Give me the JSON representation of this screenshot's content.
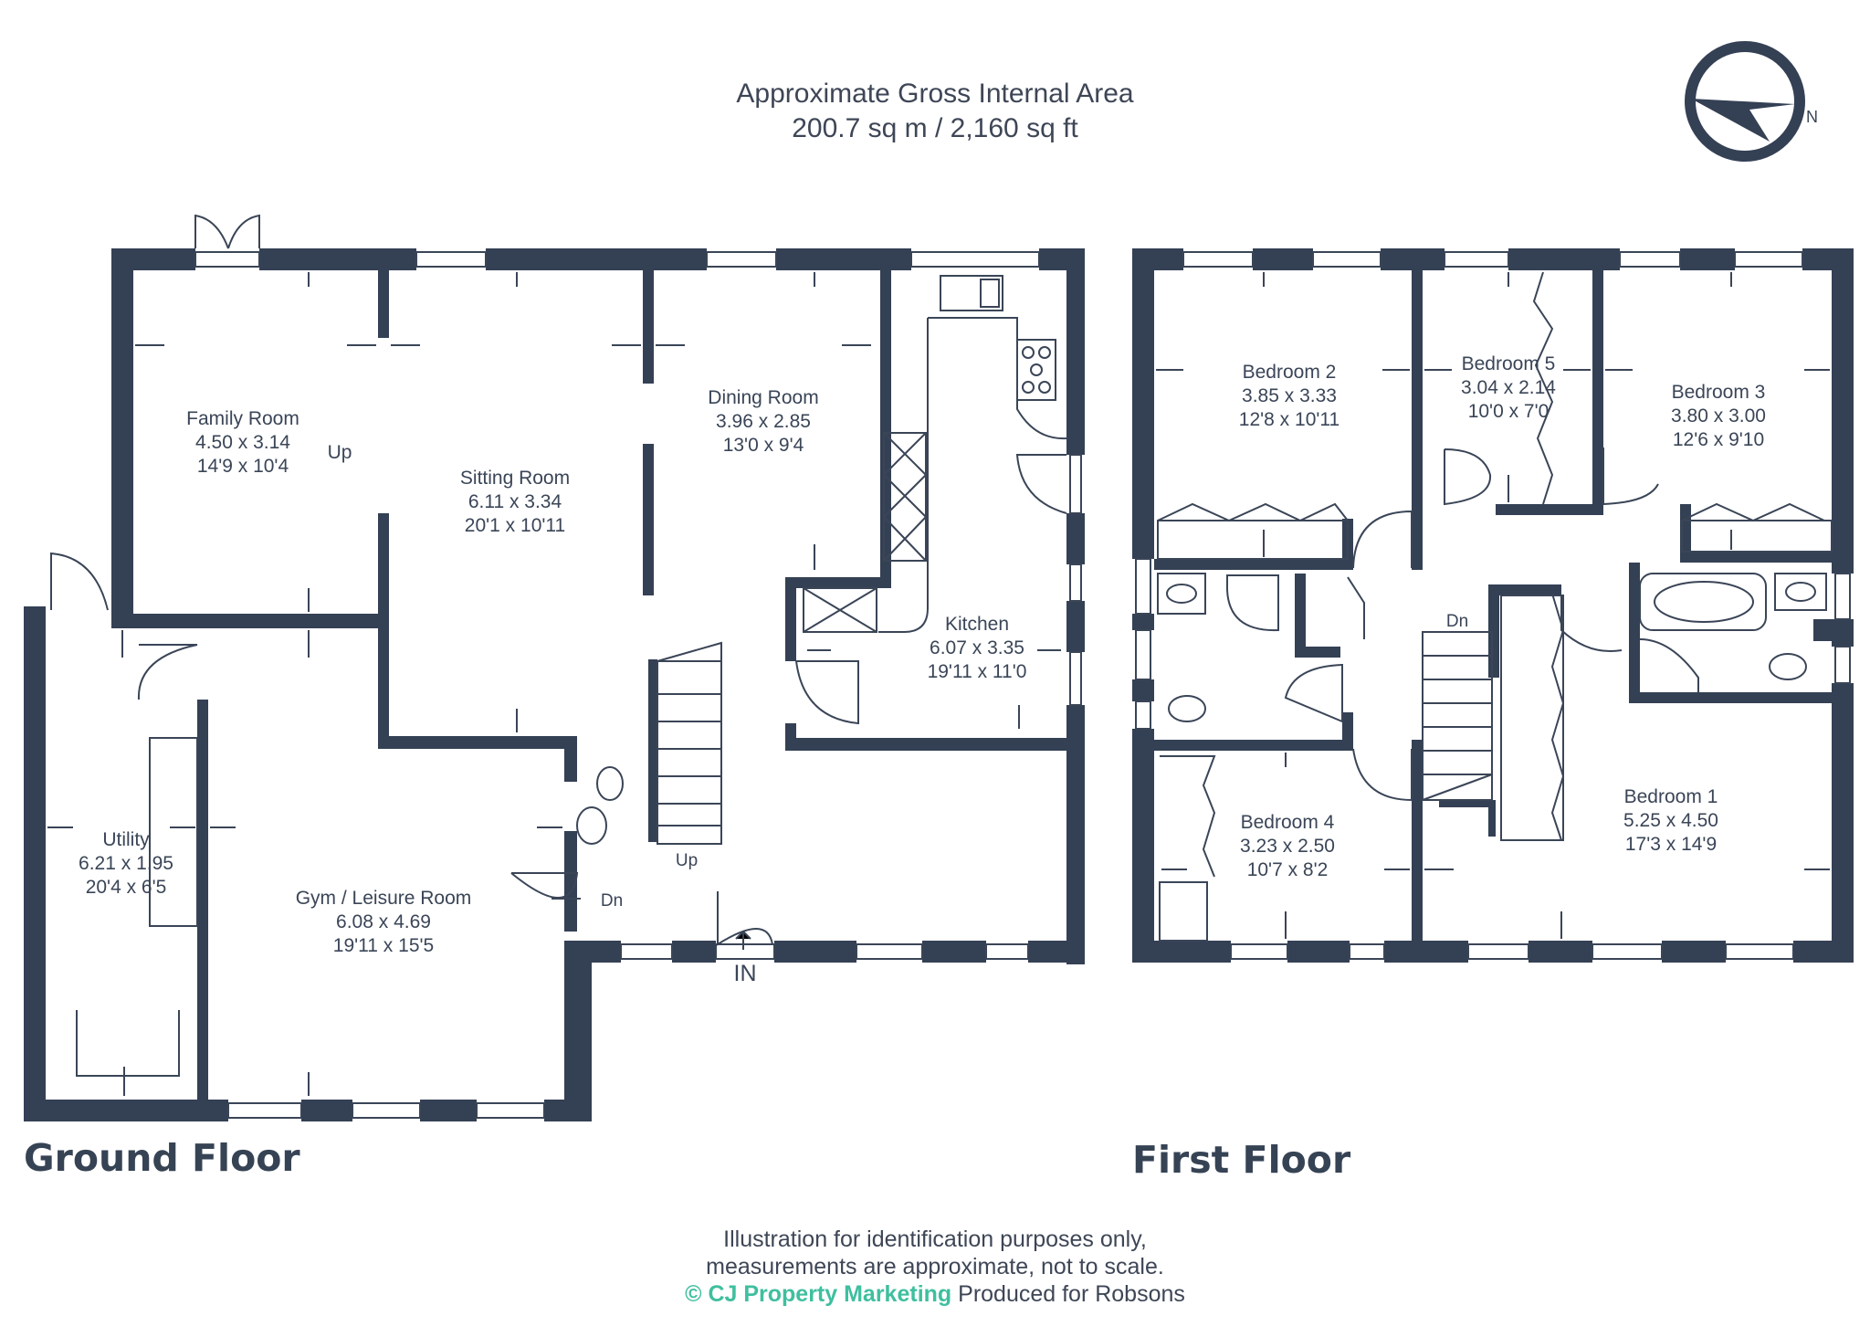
{
  "header": {
    "area_title": "Approximate Gross Internal Area",
    "area_value": "200.7 sq m / 2,160 sq ft"
  },
  "compass": {
    "letter": "N",
    "icon": "compass-icon"
  },
  "colors": {
    "wall": "#344054",
    "line": "#3a4557",
    "brand": "#3fbf9f",
    "text": "#3e4656"
  },
  "floors": {
    "ground": {
      "title": "Ground Floor",
      "rooms": [
        {
          "name": "Family Room",
          "metric": "4.50 x 3.14",
          "imperial": "14'9 x 10'4"
        },
        {
          "name": "Sitting Room",
          "metric": "6.11 x 3.34",
          "imperial": "20'1 x 10'11"
        },
        {
          "name": "Dining Room",
          "metric": "3.96 x 2.85",
          "imperial": "13'0 x 9'4"
        },
        {
          "name": "Kitchen",
          "metric": "6.07 x 3.35",
          "imperial": "19'11 x 11'0"
        },
        {
          "name": "Utility",
          "metric": "6.21 x 1.95",
          "imperial": "20'4 x 6'5"
        },
        {
          "name": "Gym / Leisure Room",
          "metric": "6.08 x 4.69",
          "imperial": "19'11 x 15'5"
        }
      ],
      "labels": {
        "up_family": "Up",
        "up_stairs": "Up",
        "down": "Dn",
        "entrance": "IN"
      }
    },
    "first": {
      "title": "First Floor",
      "rooms": [
        {
          "name": "Bedroom 2",
          "metric": "3.85 x 3.33",
          "imperial": "12'8 x 10'11"
        },
        {
          "name": "Bedroom 5",
          "metric": "3.04 x 2.14",
          "imperial": "10'0 x 7'0"
        },
        {
          "name": "Bedroom 3",
          "metric": "3.80 x 3.00",
          "imperial": "12'6 x 9'10"
        },
        {
          "name": "Bedroom 4",
          "metric": "3.23 x 2.50",
          "imperial": "10'7 x 8'2"
        },
        {
          "name": "Bedroom 1",
          "metric": "5.25 x 4.50",
          "imperial": "17'3 x 14'9"
        }
      ],
      "labels": {
        "down": "Dn"
      }
    }
  },
  "footer": {
    "line1": "Illustration for identification purposes only,",
    "line2": "measurements are approximate, not to scale.",
    "brand": "© CJ Property Marketing",
    "produced": "Produced for Robsons"
  }
}
